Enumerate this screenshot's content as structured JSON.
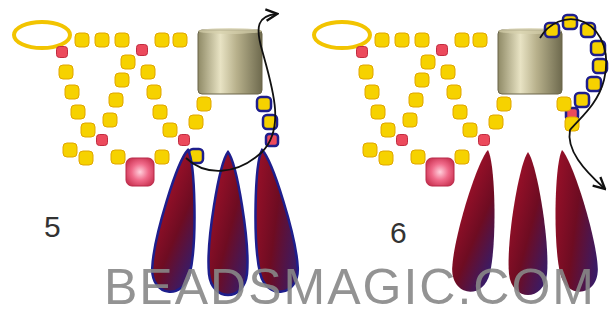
{
  "diagram": {
    "labels": [
      "5",
      "6",
      "BEADSMAGIC.COM"
    ]
  }
}
